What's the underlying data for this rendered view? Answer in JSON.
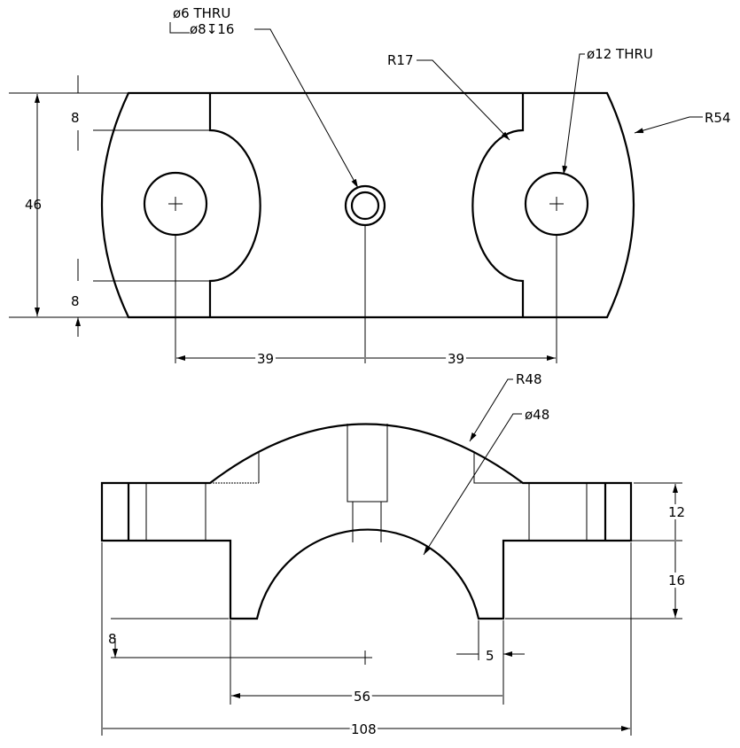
{
  "top_view": {
    "hole_note_line1": "ø6 THRU",
    "hole_note_line2": "ø8↧16",
    "r17": "R17",
    "hole12": "ø12 THRU",
    "r54": "R54",
    "dim_height": "46",
    "dim_top_8": "8",
    "dim_bottom_8": "8",
    "dim_left_39": "39",
    "dim_right_39": "39"
  },
  "front_view": {
    "r48": "R48",
    "d48": "ø48",
    "dim_12": "12",
    "dim_16": "16",
    "dim_8": "8",
    "dim_5": "5",
    "dim_56": "56",
    "dim_108": "108"
  }
}
